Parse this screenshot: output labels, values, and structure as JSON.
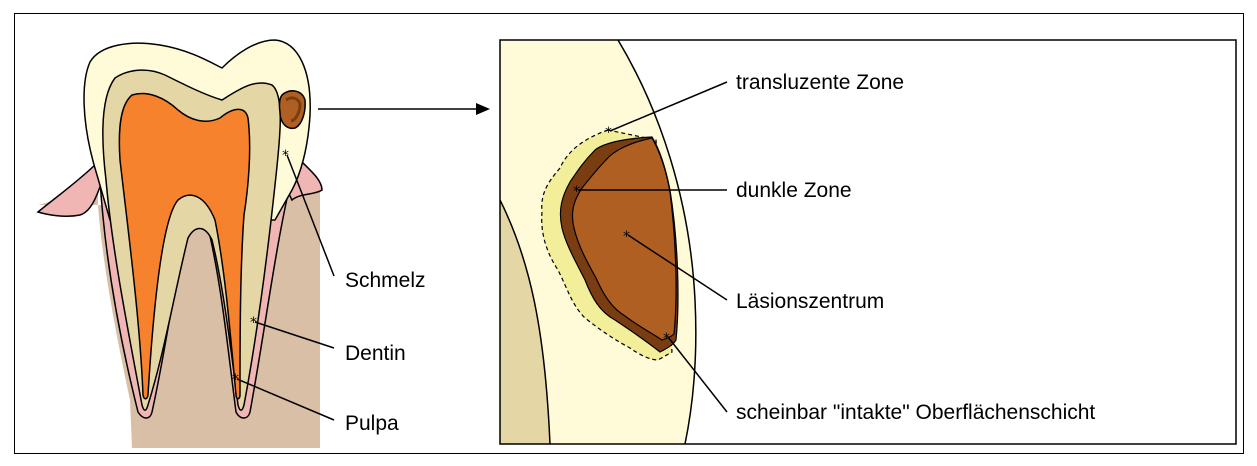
{
  "labels": {
    "schmelz": "Schmelz",
    "dentin": "Dentin",
    "pulpa": "Pulpa",
    "transluzente_zone": "transluzente Zone",
    "dunkle_zone": "dunkle Zone",
    "laesionszentrum": "Läsionszentrum",
    "oberflaechenschicht": "scheinbar \"intakte\" Oberflächenschicht"
  },
  "colors": {
    "enamel": "#FFFBD9",
    "dentin": "#E5D6A5",
    "pulpa": "#F7822E",
    "gum": "#D9BFA6",
    "gingiva": "#F0B6B4",
    "lesion_center": "#AF5F22",
    "dark_zone": "#7A3D12",
    "translucent_zone": "#F2EE9A",
    "line": "#000000"
  }
}
